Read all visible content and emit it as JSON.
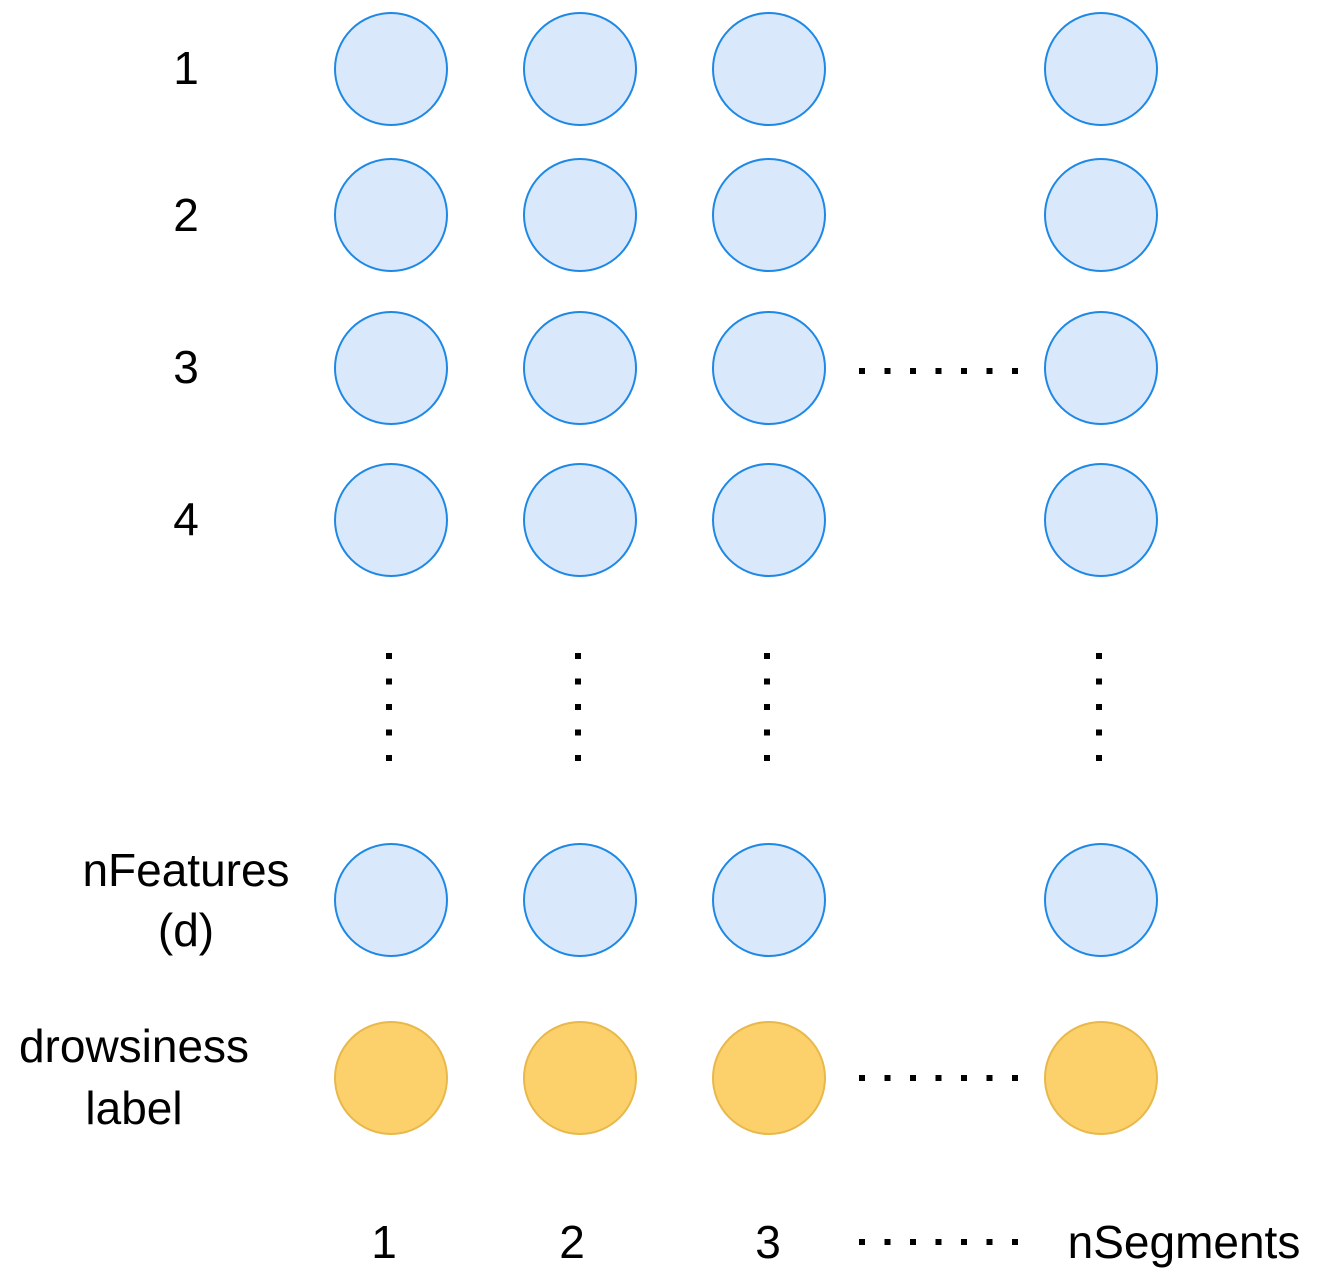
{
  "row_labels": [
    "1",
    "2",
    "3",
    "4"
  ],
  "features_label": [
    "nFeatures",
    "(d)"
  ],
  "label_row": [
    "drowsiness",
    "label"
  ],
  "column_labels": [
    "1",
    "2",
    "3",
    "nSegments"
  ],
  "colors": {
    "feature_fill": "#dae8fc",
    "feature_stroke": "#1e88e5",
    "label_fill": "#fcd16b",
    "label_stroke": "#e8b84a",
    "text": "#000000"
  }
}
